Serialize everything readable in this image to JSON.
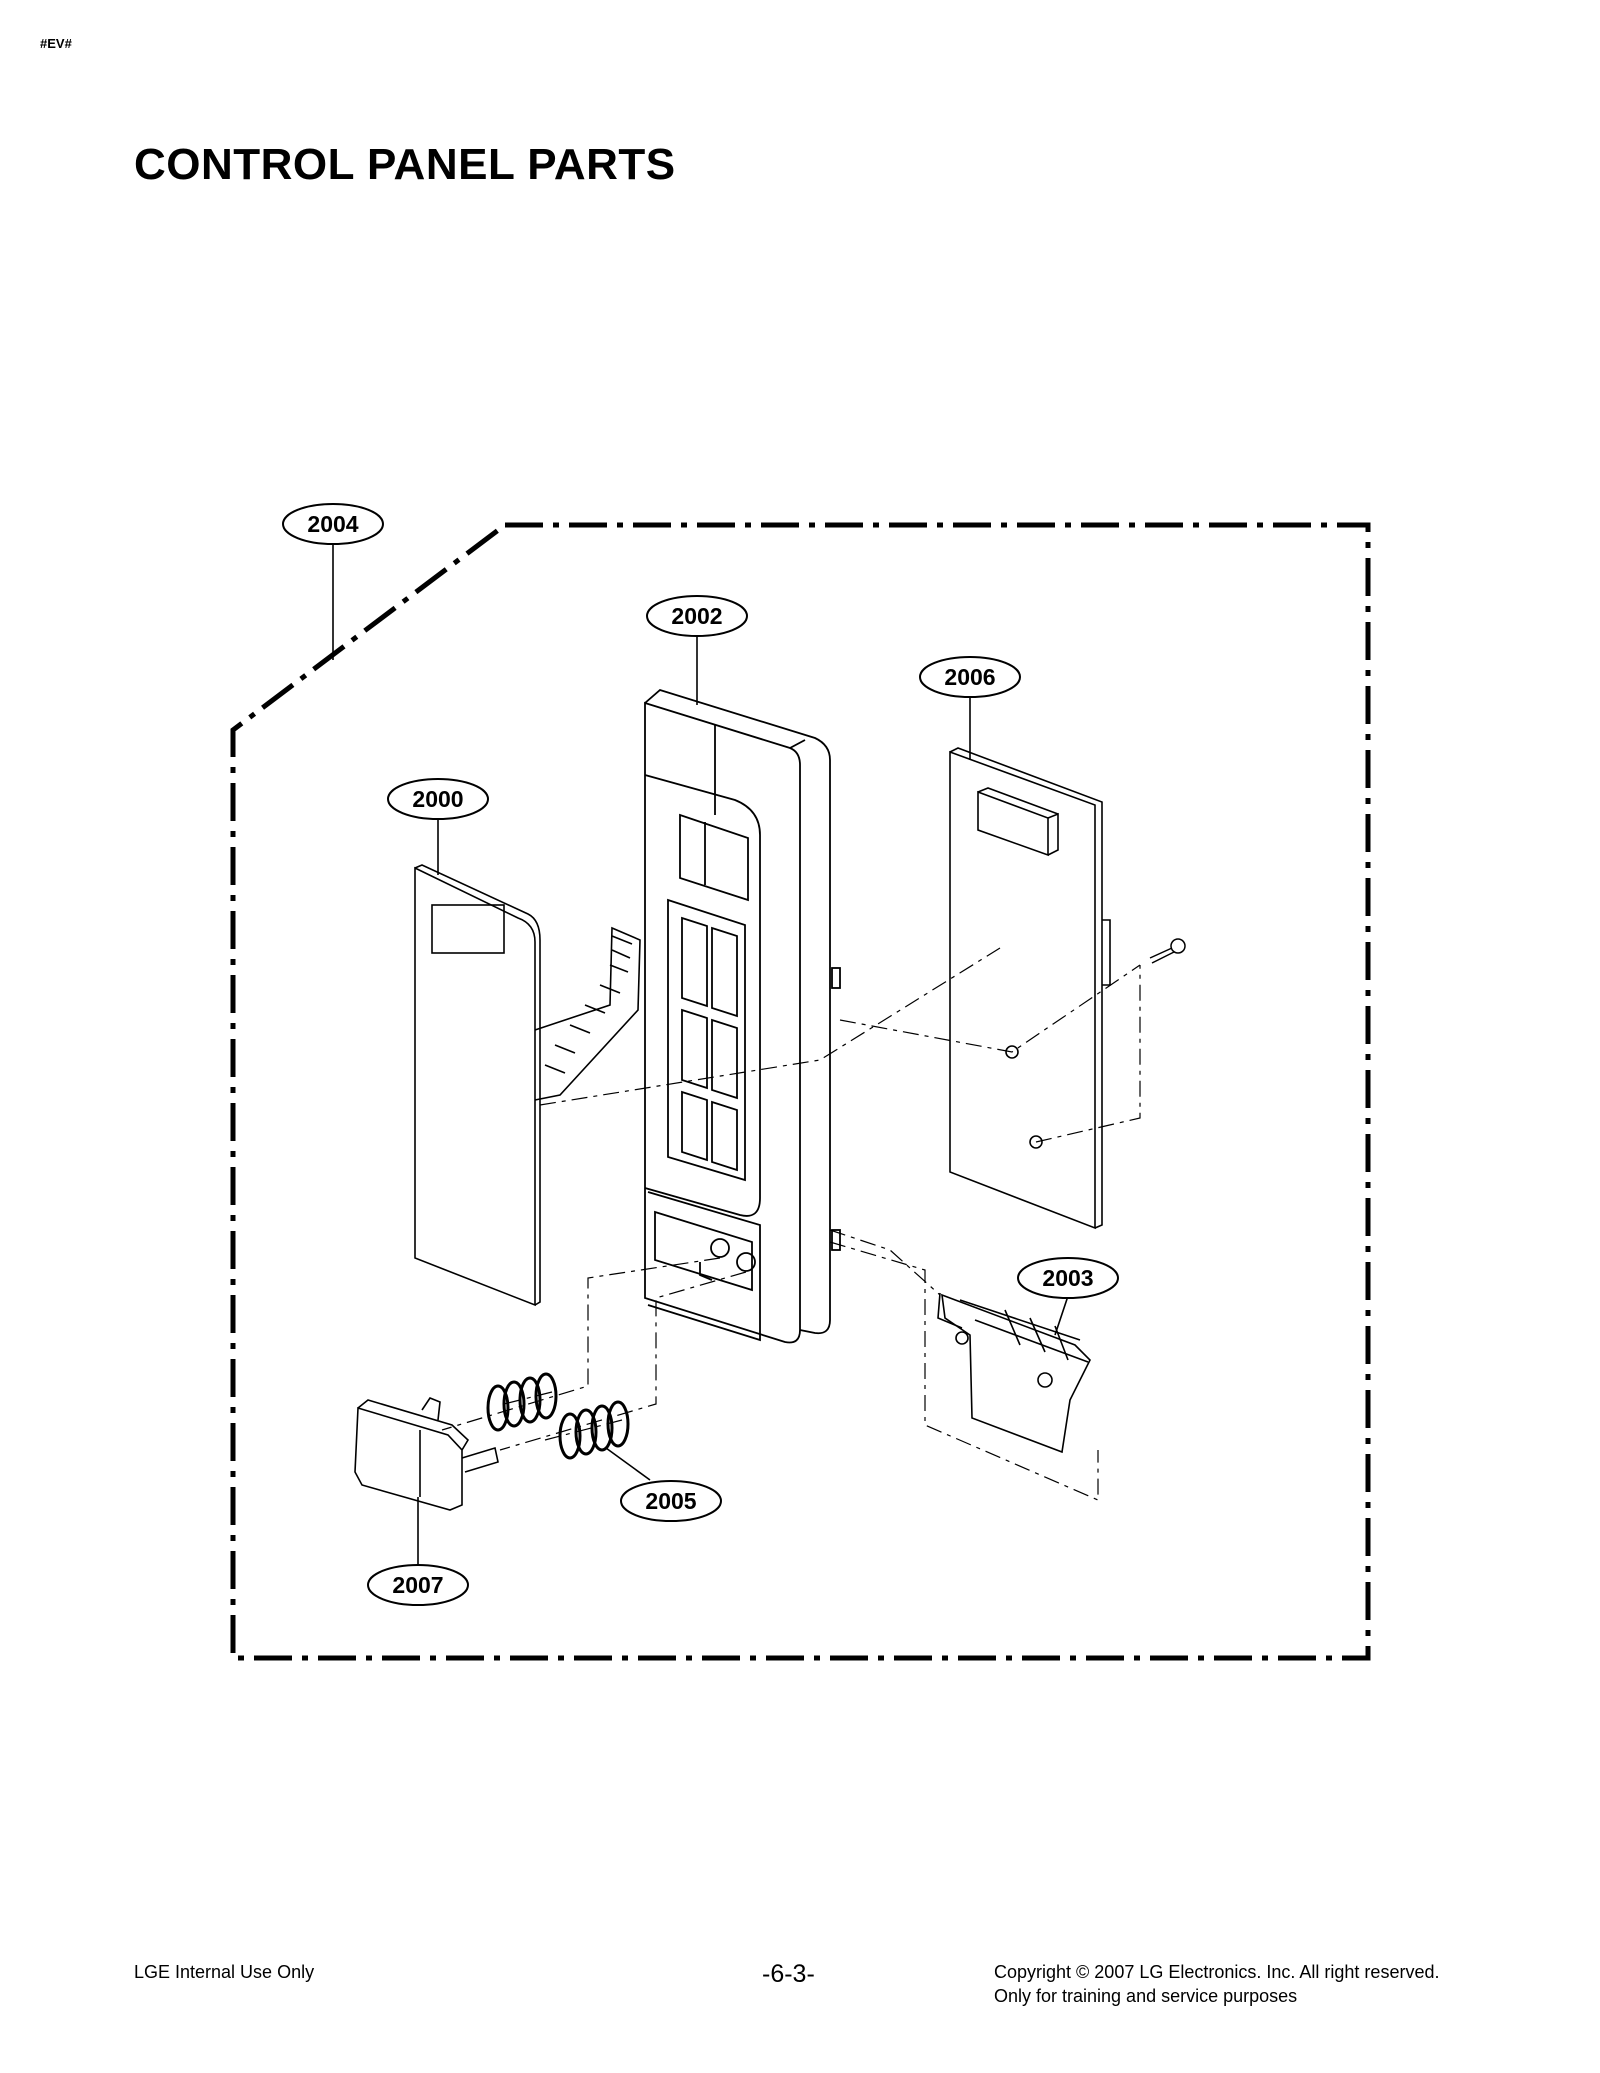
{
  "header": {
    "tag": "#EV#",
    "title": "CONTROL PANEL PARTS"
  },
  "diagram": {
    "callouts": [
      {
        "id": "2004",
        "label": "2004"
      },
      {
        "id": "2002",
        "label": "2002"
      },
      {
        "id": "2006",
        "label": "2006"
      },
      {
        "id": "2000",
        "label": "2000"
      },
      {
        "id": "2003",
        "label": "2003"
      },
      {
        "id": "2005",
        "label": "2005"
      },
      {
        "id": "2007",
        "label": "2007"
      }
    ]
  },
  "footer": {
    "left": "LGE Internal Use Only",
    "center": "-6-3-",
    "right_line1": "Copyright © 2007 LG Electronics. Inc. All right reserved.",
    "right_line2": "Only for training and service purposes"
  }
}
